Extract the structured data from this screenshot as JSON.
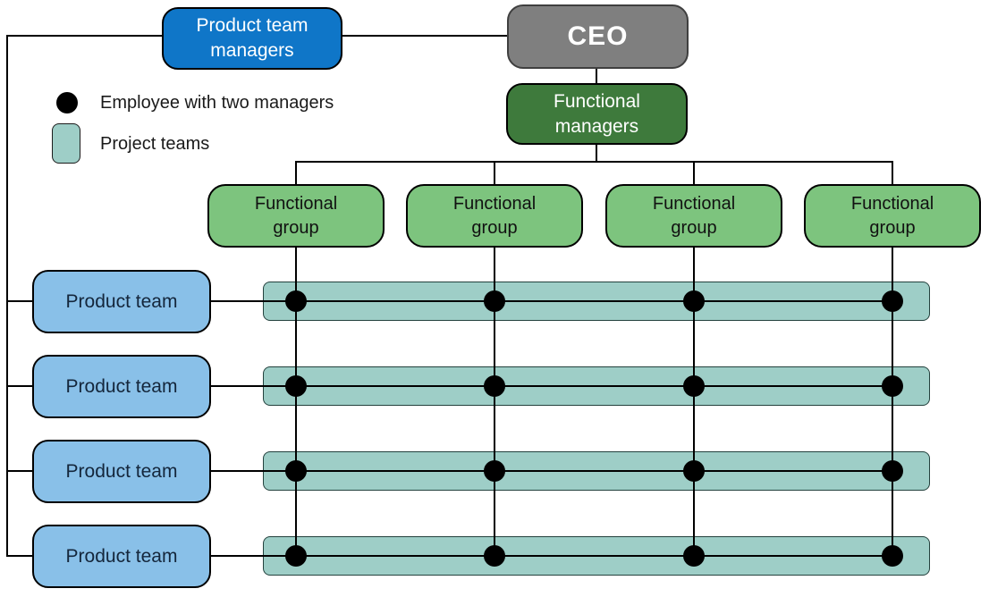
{
  "legend": {
    "employee_label": "Employee with two managers",
    "project_teams_label": "Project teams"
  },
  "org": {
    "ceo_label": "CEO",
    "product_team_managers_label": "Product team managers",
    "functional_managers_label": "Functional managers",
    "functional_groups": [
      {
        "label": "Functional group"
      },
      {
        "label": "Functional group"
      },
      {
        "label": "Functional group"
      },
      {
        "label": "Functional group"
      }
    ],
    "product_teams": [
      {
        "label": "Product team"
      },
      {
        "label": "Product team"
      },
      {
        "label": "Product team"
      },
      {
        "label": "Product team"
      }
    ]
  },
  "colors": {
    "ceo_fill": "#7f7f7f",
    "ceo_border": "#3f3f3f",
    "ptm_fill": "#0f76c8",
    "fm_fill": "#3e7a3c",
    "fg_fill": "#7dc47e",
    "pt_fill": "#89c0e8",
    "bar_fill": "#9ecec7",
    "bar_border": "#23413d",
    "line": "#000000",
    "dot": "#000000",
    "pt_text": "#14263b",
    "fg_text": "#111111",
    "light_text": "#ffffff"
  }
}
